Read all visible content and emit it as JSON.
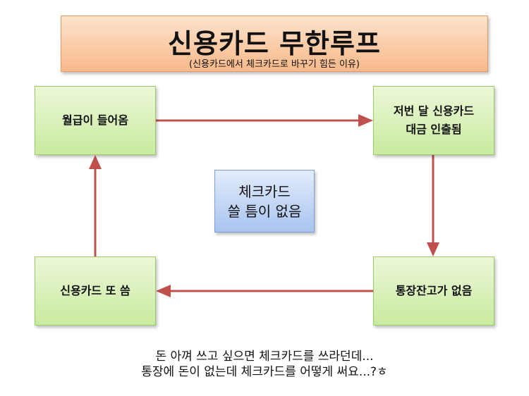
{
  "title": {
    "main": "신용카드 무한루프",
    "sub": "(신용카드에서 체크카드로 바꾸기 힘든 이유)"
  },
  "nodes": {
    "salary": "월급이 들어옴",
    "card_bill": "저번 달 신용카드\n대금 인출됨",
    "no_balance": "통장잔고가 없음",
    "use_card_again": "신용카드 또 씀"
  },
  "center": "체크카드\n쓸 틈이 없음",
  "caption": {
    "line1": "돈 아껴 쓰고 싶으면 체크카드를 쓰라던데...",
    "line2": "통장에 돈이 없는데 체크카드를 어떻게 써요...?ㅎ"
  },
  "colors": {
    "arrow": "#c0504d",
    "title_fill": "#f8b98a",
    "node_fill": "#c9eb9f",
    "center_fill": "#a8c4ef"
  }
}
